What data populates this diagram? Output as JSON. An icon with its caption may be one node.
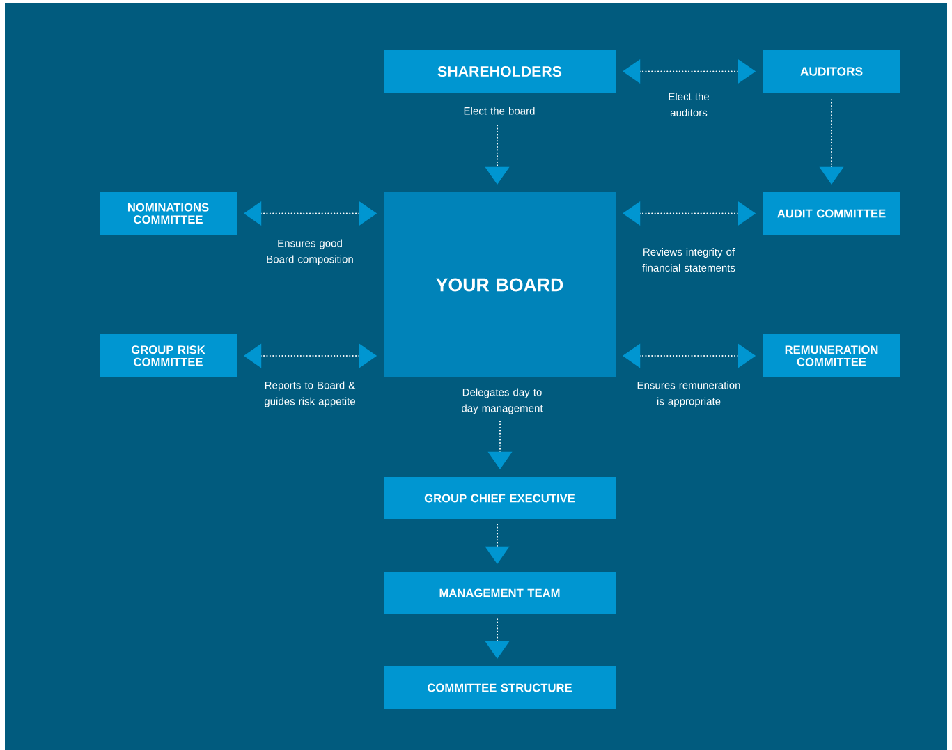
{
  "diagram": {
    "nodes": [
      {
        "text": [
          "SHAREHOLDERS"
        ]
      },
      {
        "text": [
          "AUDITORS"
        ]
      },
      {
        "text": [
          "NOMINATIONS COMMITTEE"
        ]
      },
      {
        "text": [
          "YOUR BOARD"
        ]
      },
      {
        "text": [
          "AUDIT COMMITTEE"
        ]
      },
      {
        "text": [
          "GROUP RISK COMMITTEE"
        ]
      },
      {
        "text": [
          "REMUNERATION COMMITTEE"
        ]
      },
      {
        "text": [
          "GROUP CHIEF EXECUTIVE"
        ]
      },
      {
        "text": [
          "MANAGEMENT TEAM"
        ]
      },
      {
        "text": [
          "COMMITTEE STRUCTURE"
        ]
      }
    ],
    "edges": [
      {
        "from": 0,
        "to": 1,
        "arrow": "both",
        "label": "Elect the auditors"
      },
      {
        "from": 0,
        "to": 3,
        "arrow": "to",
        "label": "Elect the board"
      },
      {
        "from": 1,
        "to": 4,
        "arrow": "to"
      },
      {
        "from": 2,
        "to": 3,
        "arrow": "both",
        "label": "Ensures good Board composition"
      },
      {
        "from": 3,
        "to": 4,
        "arrow": "both",
        "label": "Reviews integrity of financial statements"
      },
      {
        "from": 5,
        "to": 3,
        "arrow": "both",
        "label": "Reports to Board & guides risk appetite"
      },
      {
        "from": 3,
        "to": 6,
        "arrow": "both",
        "label": "Ensures remuneration is appropriate"
      },
      {
        "from": 3,
        "to": 7,
        "arrow": "to",
        "label": "Delegates day to day management"
      },
      {
        "from": 7,
        "to": 8,
        "arrow": "to"
      },
      {
        "from": 8,
        "to": 9,
        "arrow": "to"
      }
    ]
  }
}
